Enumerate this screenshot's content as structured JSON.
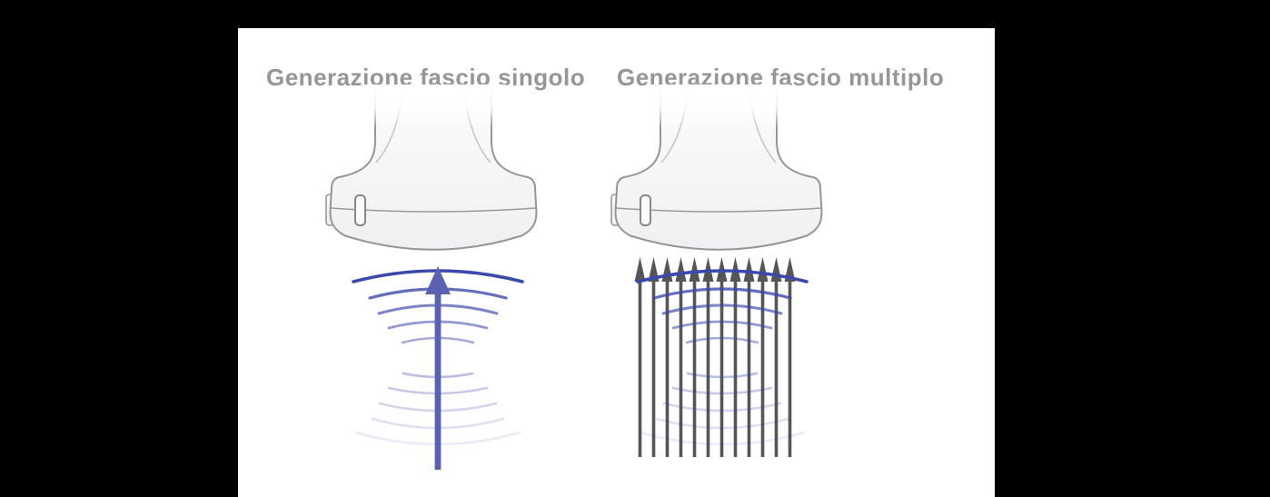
{
  "figure": {
    "type": "ultrasound-beamforming-comparison",
    "background_color": "#000000",
    "panel_background": "#ffffff",
    "title_color": "#96969a",
    "probe_outline_color": "#95959a",
    "wavefront_color": "#3b49ac",
    "panels": [
      {
        "id": "single-beam",
        "title": "Generazione fascio singolo",
        "probe": "convex-ultrasound-transducer",
        "beam_arrow_count": 1,
        "beam_arrow_color": "#5a61b2",
        "wavefront_arc_count": 10
      },
      {
        "id": "multi-beam",
        "title": "Generazione fascio multiplo",
        "probe": "convex-ultrasound-transducer",
        "beam_arrow_count": 12,
        "beam_arrow_color": "#55555a",
        "wavefront_arc_count": 10
      }
    ]
  }
}
